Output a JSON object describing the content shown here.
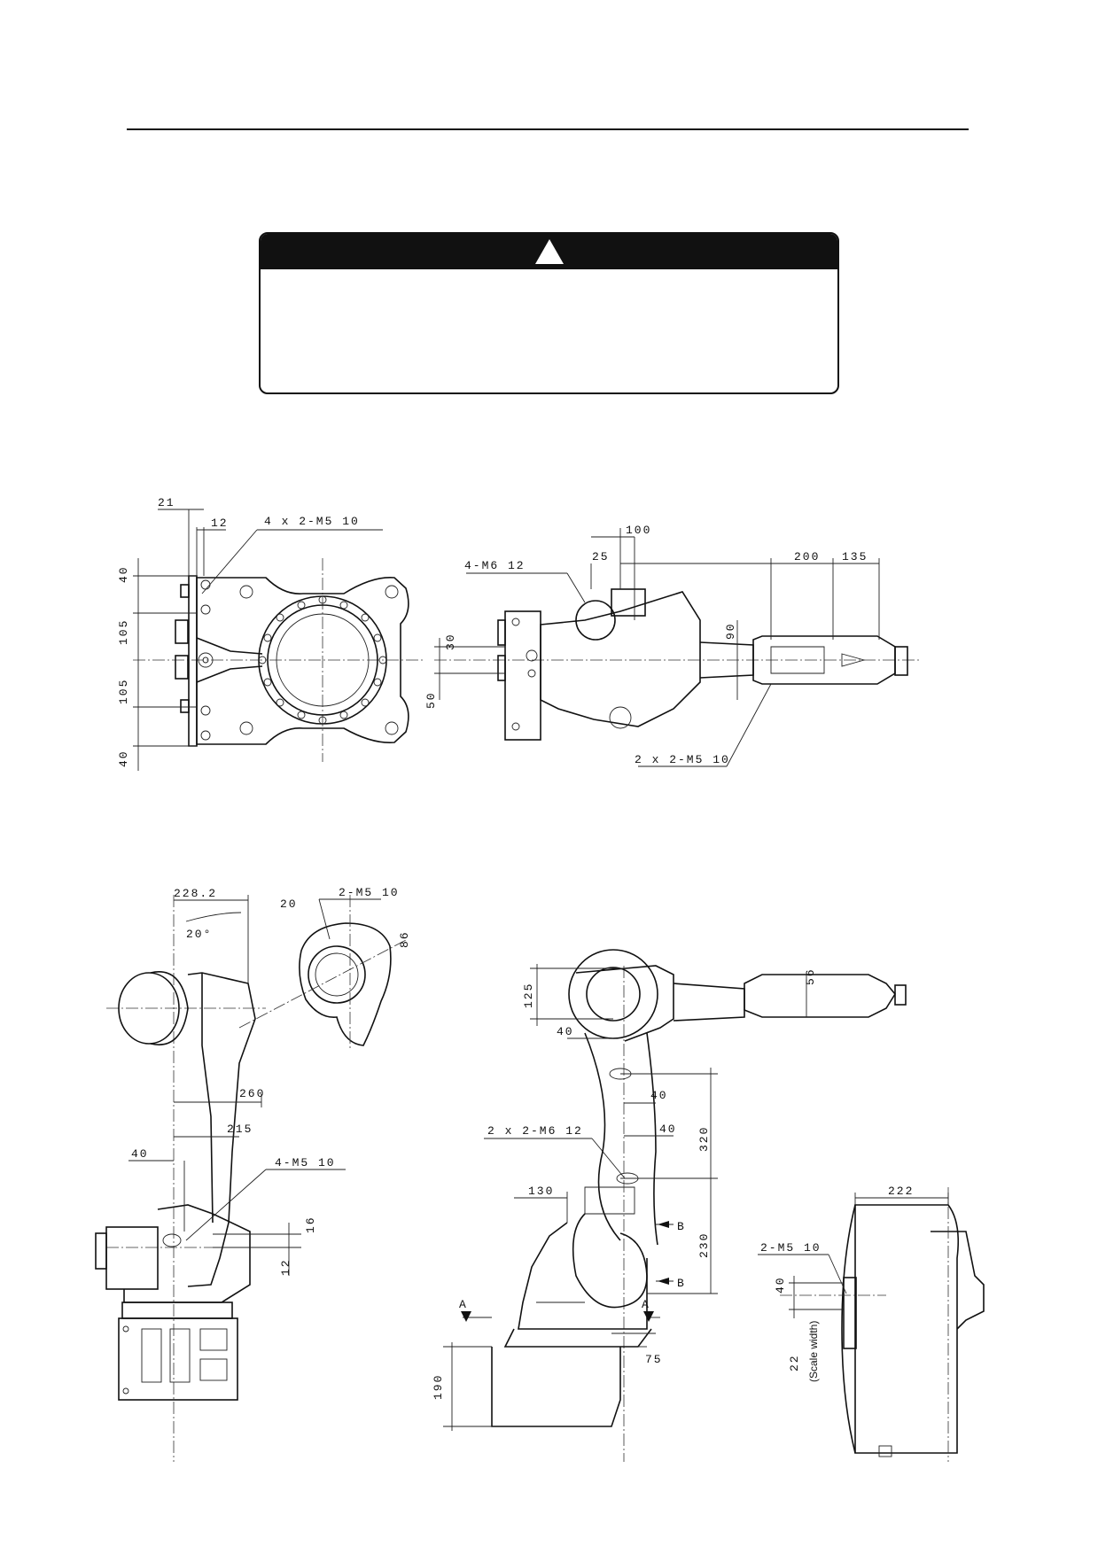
{
  "warning": {
    "symbol": "warning-triangle",
    "title": "",
    "text": ""
  },
  "labels": {
    "top_view": {
      "d21": "21",
      "d12": "12",
      "tap": "4 x 2-M5  10",
      "d40a": "40",
      "d105a": "105",
      "d105b": "105",
      "d40b": "40"
    },
    "top_side_view": {
      "tap1": "4-M6  12",
      "d25": "25",
      "d100": "100",
      "d200": "200",
      "d135": "135",
      "d30": "30",
      "d50": "50",
      "d90": "90",
      "tap2": "2 x 2-M5  10"
    },
    "front_view": {
      "d228": "228.2",
      "angle": "20°",
      "d20": "20",
      "tap1": "2-M5  10",
      "d86": "86",
      "d260": "260",
      "d215": "215",
      "d40": "40",
      "tap2": "4-M5  10",
      "d16": "16",
      "d12": "12"
    },
    "side_view": {
      "d125": "125",
      "d56": "56",
      "d40a": "40",
      "d40b": "40",
      "d40c": "40",
      "d320": "320",
      "tap": "2 x 2-M6  12",
      "d130": "130",
      "d230": "230",
      "secB1": "B",
      "secB2": "B",
      "secA1": "A",
      "secA2": "A",
      "d75": "75",
      "d190": "190"
    },
    "detail_view": {
      "d222": "222",
      "tap": "2-M5  10",
      "d40": "40",
      "d22": "22",
      "scale": "(Scale width)"
    }
  }
}
